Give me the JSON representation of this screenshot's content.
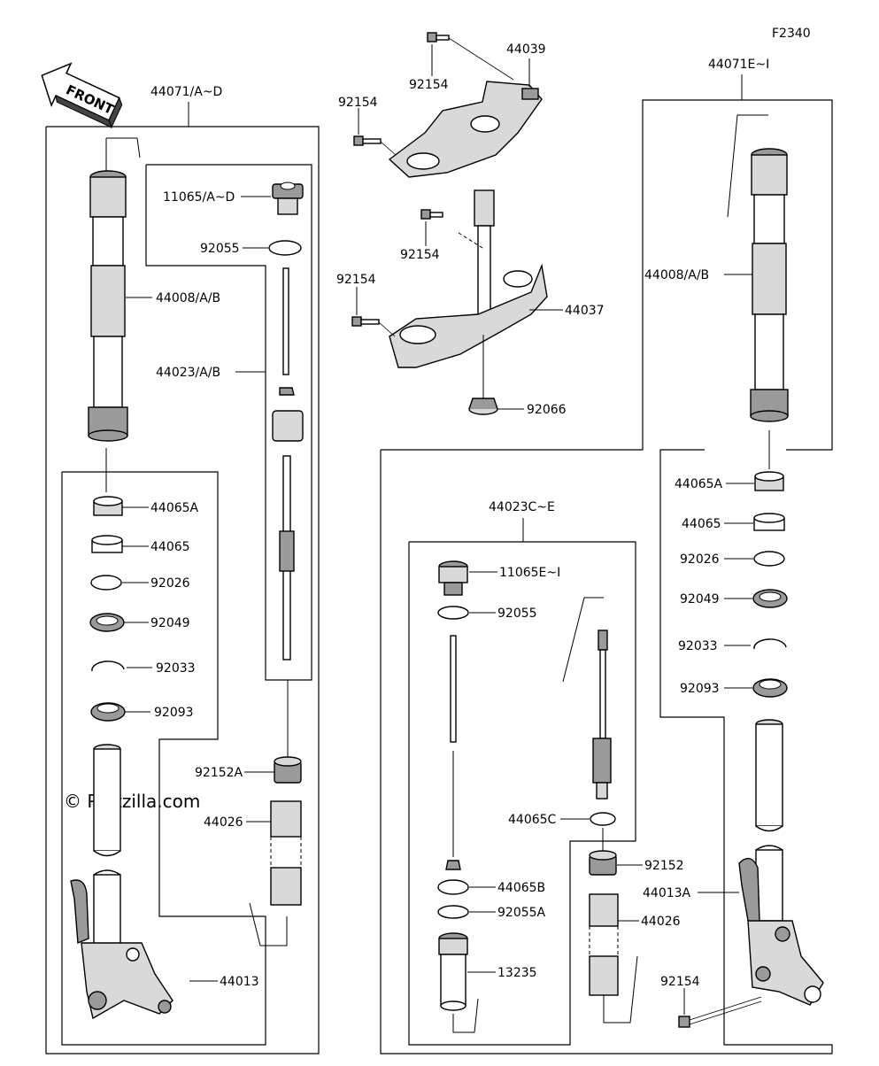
{
  "diagram_code": "F2340",
  "watermark": "© Partzilla.com",
  "direction_badge": "FRONT",
  "left_assembly": {
    "assembly_label": "44071/A~D",
    "labels": {
      "cap": "11065/A~D",
      "oring": "92055",
      "outer_tube": "44008/A/B",
      "cartridge": "44023/A/B",
      "bushing_a": "44065A",
      "bushing": "44065",
      "washer": "92026",
      "oil_seal": "92049",
      "circlip": "92033",
      "dust_seal": "92093",
      "nut": "92152A",
      "spring": "44026",
      "inner_tube": "44013"
    }
  },
  "center_assembly": {
    "upper_bracket": "44039",
    "bolt_upper_a": "92154",
    "bolt_upper_b": "92154",
    "bolt_lower_a": "92154",
    "bolt_lower_b": "92154",
    "steering_stem": "44037",
    "cap": "92066",
    "cartridge_assembly": "44023C~E",
    "labels": {
      "cap": "11065E~I",
      "oring": "92055",
      "bushing_c": "44065C",
      "bushing_b": "44065B",
      "oring_a": "92055A",
      "nut": "92152",
      "spring": "44026",
      "spacer": "13235"
    }
  },
  "right_assembly": {
    "assembly_label": "44071E~I",
    "labels": {
      "outer_tube": "44008/A/B",
      "bushing_a": "44065A",
      "bushing": "44065",
      "washer": "92026",
      "oil_seal": "92049",
      "circlip": "92033",
      "dust_seal": "92093",
      "inner_tube": "44013A",
      "bolt": "92154"
    }
  }
}
